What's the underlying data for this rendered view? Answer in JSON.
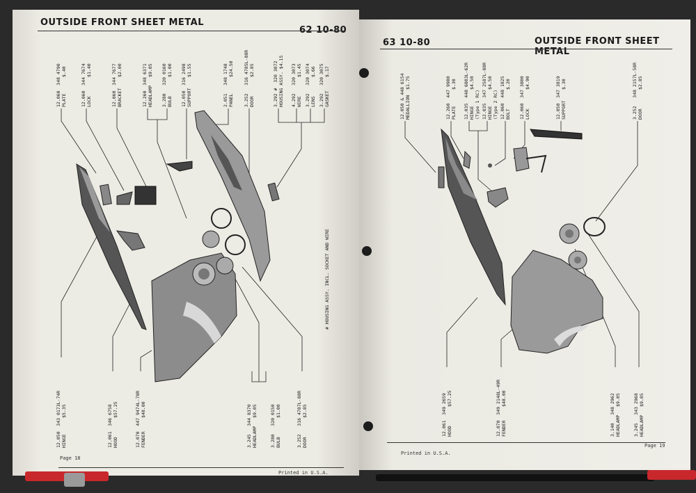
{
  "left_page": {
    "title": "OUTSIDE FRONT SHEET METAL",
    "page_code": "62 10-80",
    "footer_page": "Page 18",
    "footer_print": "Printed in U.S.A.",
    "note": "# HOUSING ASSY. INCL. SOCKET AND WIRE",
    "top_labels": [
      "12.060  348 4790\nPLATE      $.40",
      "12.060  344 7674\nLOCK       $1.40",
      "12.060  344 7677\nBRACKET    $2.00",
      "12.260  348 6371\nHEADLAMP   $9.05",
      "3.280   320 0160\nBULB       $1.00",
      "12.050  316 2498\nSUPPORT    $1.55",
      "2.051   348 1748\nPANEL      $24.50",
      "3.252   316 4785L-88R\nDOOR       $2.85",
      "3.292 #  320 3072\nHOUSING ASSY. $4.15",
      "4.292   320 3073\nWIRE       $1.45",
      "3.292   320 3074\nLENS       $.66",
      "3.292   320 3075\nGASKET     $.17"
    ],
    "bottom_labels": [
      "12.050  343 0173L-74R\nHINGE      $5.35",
      "12.061  346 6758\nHOOD       $57.25",
      "12.070  447 9474L-78R\nFENDER     $48.00",
      "3.245   344 8370\nHEADLAMP   $9.05",
      "3.280   320 0150\nBULB       $1.00",
      "3.252   316 4787L-88R\nDOOR       $2.85"
    ]
  },
  "right_page": {
    "title": "OUTSIDE FRONT SHEET METAL",
    "page_code": "63 10-80",
    "footer_page": "Page 19",
    "footer_print": "Printed in U.S.A.",
    "top_labels": [
      "12.050 & 448 6154\nMEDALLION  $1.75",
      "12.260  447 9980\nPLATE      $.30",
      "12.035  448 6803L-62R\nHINGE      $4.50\n(Type 1 RC)",
      "12.035  347 2587L-88R\nHINGE      $4.50\n(Type 2 RC)",
      "12.060  448 1825\nBOLT       $.20",
      "12.060  347 3800\nLOCK       $4.90",
      "12.050  347 3819\nSUPPORT    $.30",
      "3.252   348 2157L-58R\nDOOR       $2.85"
    ],
    "bottom_labels": [
      "12.061  349 2659\nHOOD       $57.25",
      "12.070  349 2148L-49R\nFENDER     $48.00",
      "3.140   348 2962\nHEADLAMP   $9.05",
      "3.245   343 2968\nHEADLAMP   $9.05"
    ]
  }
}
